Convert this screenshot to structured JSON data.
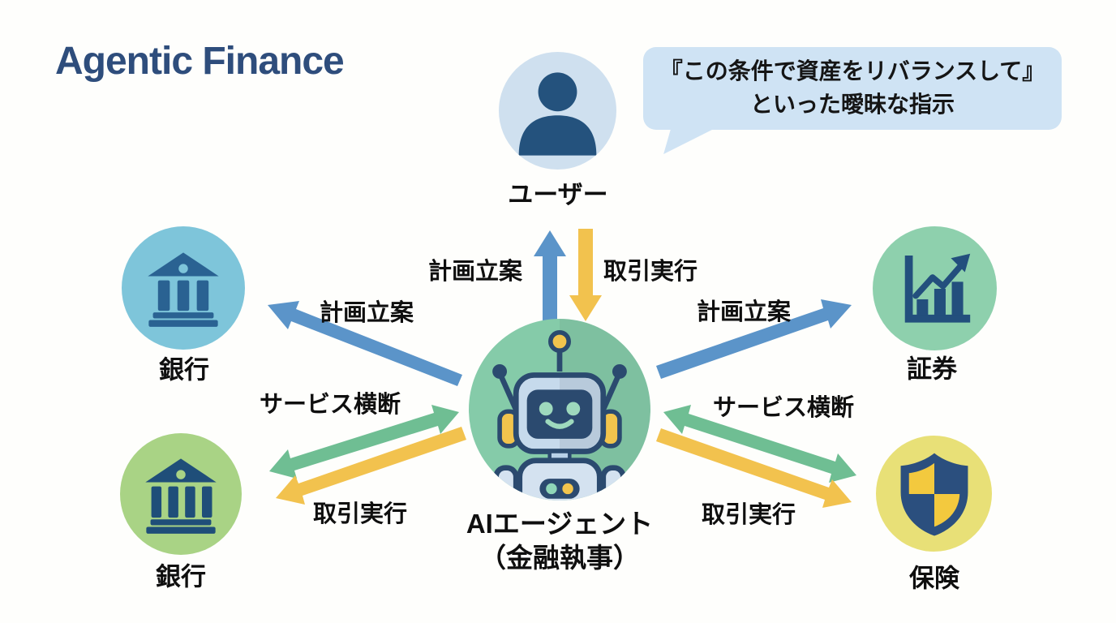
{
  "title": "Agentic Finance",
  "speech_bubble": {
    "line1": "『この条件で資産をリバランスして』",
    "line2": "といった曖昧な指示"
  },
  "nodes": {
    "user": {
      "label": "ユーザー",
      "icon": "person-icon"
    },
    "agent": {
      "line1": "AIエージェント",
      "line2": "（金融執事）",
      "icon": "robot-icon"
    },
    "bank_top": {
      "label": "銀行",
      "icon": "bank-icon"
    },
    "bank_bottom": {
      "label": "銀行",
      "icon": "bank-icon"
    },
    "securities": {
      "label": "証券",
      "icon": "stock-chart-icon"
    },
    "insurance": {
      "label": "保険",
      "icon": "shield-icon"
    }
  },
  "arrow_labels": {
    "center_plan": "計画立案",
    "center_exec": "取引実行",
    "left_plan": "計画立案",
    "right_plan": "計画立案",
    "left_cross": "サービス横断",
    "right_cross": "サービス横断",
    "left_exec": "取引実行",
    "right_exec": "取引実行"
  },
  "connections": [
    {
      "from": "agent",
      "to": "user",
      "label": "計画立案",
      "bidirectional": false
    },
    {
      "from": "user",
      "to": "agent",
      "label": "取引実行",
      "bidirectional": false
    },
    {
      "from": "agent",
      "to": "bank_top",
      "label": "計画立案",
      "bidirectional": false
    },
    {
      "from": "agent",
      "to": "securities",
      "label": "計画立案",
      "bidirectional": false
    },
    {
      "from": "agent",
      "to": "bank_bottom",
      "label": "サービス横断",
      "bidirectional": true
    },
    {
      "from": "agent",
      "to": "bank_bottom",
      "label": "取引実行",
      "bidirectional": false
    },
    {
      "from": "agent",
      "to": "insurance",
      "label": "サービス横断",
      "bidirectional": true
    },
    {
      "from": "agent",
      "to": "insurance",
      "label": "取引実行",
      "bidirectional": false
    }
  ],
  "colors": {
    "title": "#2e4d7c",
    "bubble_bg": "#cfe3f4",
    "arrow_plan_blue": "#5b94c9",
    "arrow_exec_yellow": "#f2c24e",
    "arrow_cross_green": "#6fbe93",
    "user_circle": "#cfe0ef",
    "bank_top_circle": "#7ec5da",
    "bank_bottom_circle": "#a9d385",
    "securities_circle": "#8ed0ad",
    "insurance_circle": "#e8e077",
    "agent_circle": "#85cba9",
    "icon_navy": "#1f4e79"
  }
}
